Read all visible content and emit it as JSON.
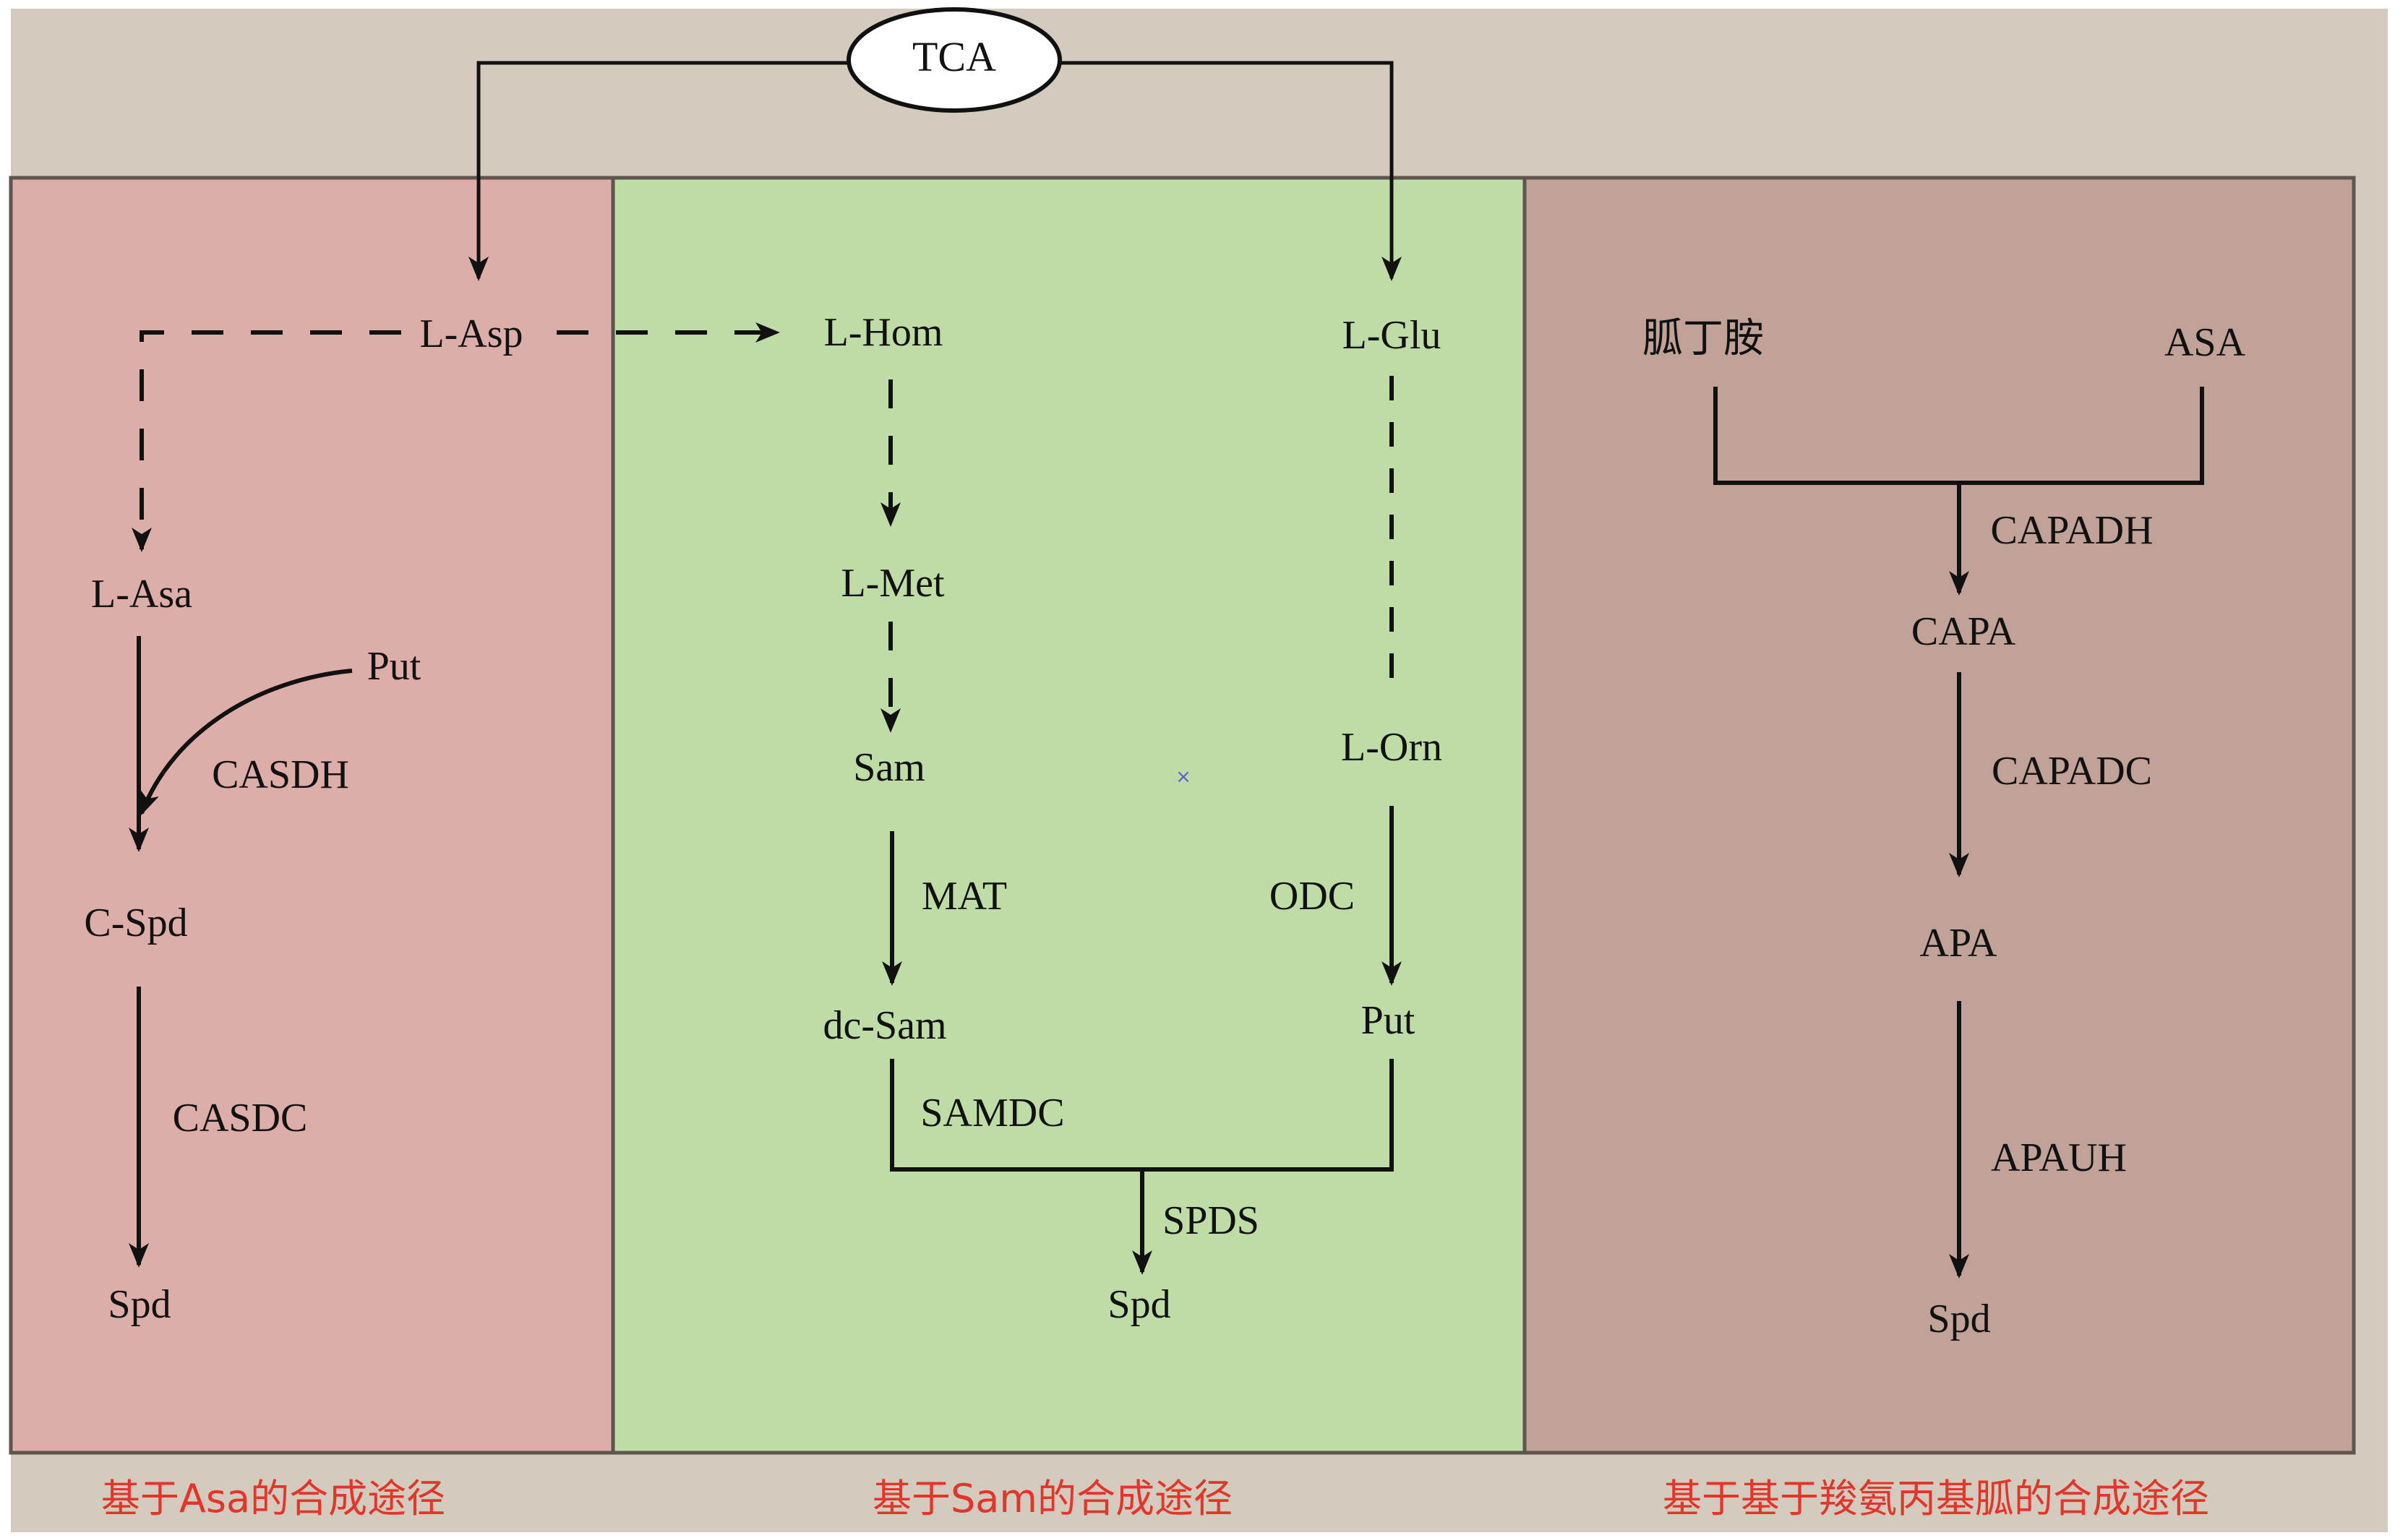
{
  "diagram": {
    "top_node": "TCA",
    "colors": {
      "background_band": "#d3cbbe",
      "panel_asa": "#ddaea9",
      "panel_sam": "#bfdba6",
      "panel_capa": "#c0a298",
      "panel_border": "#5e554e",
      "caption": "#e5342a",
      "line": "#111111",
      "marker": "#5a5fd0"
    },
    "panels": [
      {
        "id": "asa",
        "caption": "基于Asa的合成途径",
        "nodes": {
          "l_asp": "L-Asp",
          "l_asa": "L-Asa",
          "put": "Put",
          "c_spd": "C-Spd",
          "spd": "Spd"
        },
        "enzymes": {
          "casdh": "CASDH",
          "casdc": "CASDC"
        }
      },
      {
        "id": "sam",
        "caption": "基于Sam的合成途径",
        "nodes": {
          "l_hom": "L-Hom",
          "l_met": "L-Met",
          "sam": "Sam",
          "dc_sam": "dc-Sam",
          "l_glu": "L-Glu",
          "l_orn": "L-Orn",
          "put": "Put",
          "spd": "Spd"
        },
        "enzymes": {
          "mat": "MAT",
          "odc": "ODC",
          "samdc": "SAMDC",
          "spds": "SPDS"
        },
        "marker": "×"
      },
      {
        "id": "capa",
        "caption": "基于基于羧氨丙基胍的合成途径",
        "nodes": {
          "agmatine": "胍丁胺",
          "asa": "ASA",
          "capa": "CAPA",
          "apa": "APA",
          "spd": "Spd"
        },
        "enzymes": {
          "capadh": "CAPADH",
          "capadc": "CAPADC",
          "apauh": "APAUH"
        }
      }
    ]
  }
}
